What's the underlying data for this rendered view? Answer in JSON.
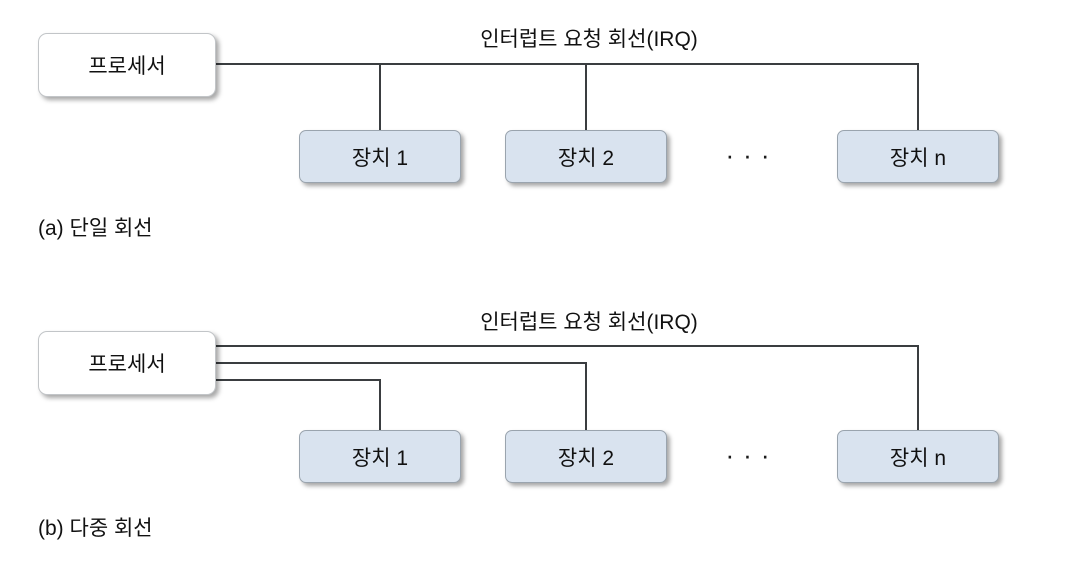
{
  "colors": {
    "background": "#ffffff",
    "line": "#3a3d40",
    "device_fill": "#d9e3ef",
    "device_border": "#9aa4ae",
    "processor_fill": "#ffffff",
    "processor_border": "#c2c5c8",
    "text": "#111111"
  },
  "sections": [
    {
      "caption": "(a) 단일 회선",
      "irq_label": "인터럽트 요청 회선(IRQ)",
      "processor": "프로세서",
      "devices": [
        "장치 1",
        "장치 2",
        "장치 n"
      ],
      "ellipsis": "···"
    },
    {
      "caption": "(b) 다중 회선",
      "irq_label": "인터럽트 요청 회선(IRQ)",
      "processor": "프로세서",
      "devices": [
        "장치 1",
        "장치 2",
        "장치 n"
      ],
      "ellipsis": "···"
    }
  ]
}
